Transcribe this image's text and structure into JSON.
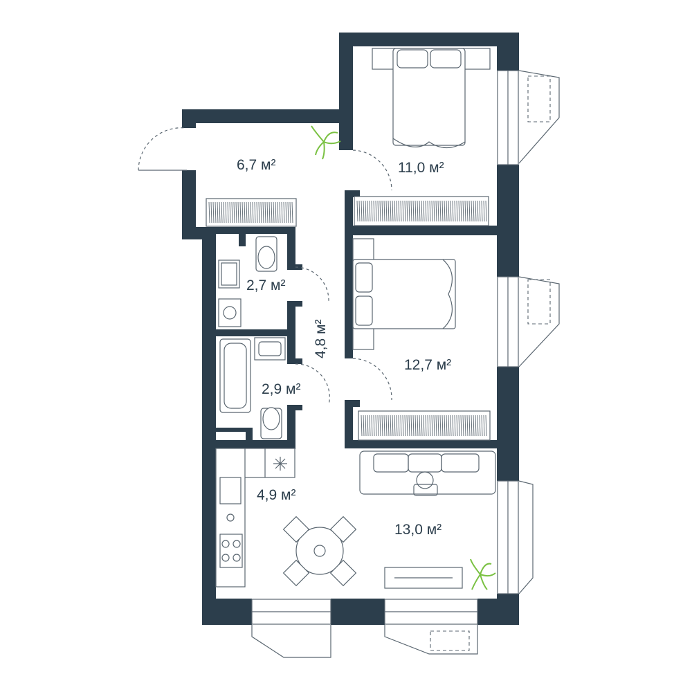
{
  "rooms": {
    "hall": {
      "area": "6,7 м²"
    },
    "bedroom_1": {
      "area": "11,0 м²"
    },
    "bathroom_1": {
      "area": "2,7 м²"
    },
    "corridor": {
      "area": "4,8 м²"
    },
    "bathroom_2": {
      "area": "2,9 м²"
    },
    "bedroom_2": {
      "area": "12,7 м²"
    },
    "kitchen": {
      "area": "4,9 м²"
    },
    "living_room": {
      "area": "13,0 м²"
    }
  },
  "colors": {
    "wall": "#2c3e4c",
    "line": "#5a6670",
    "text": "#2c3e4c",
    "plant": "#7ac142"
  }
}
